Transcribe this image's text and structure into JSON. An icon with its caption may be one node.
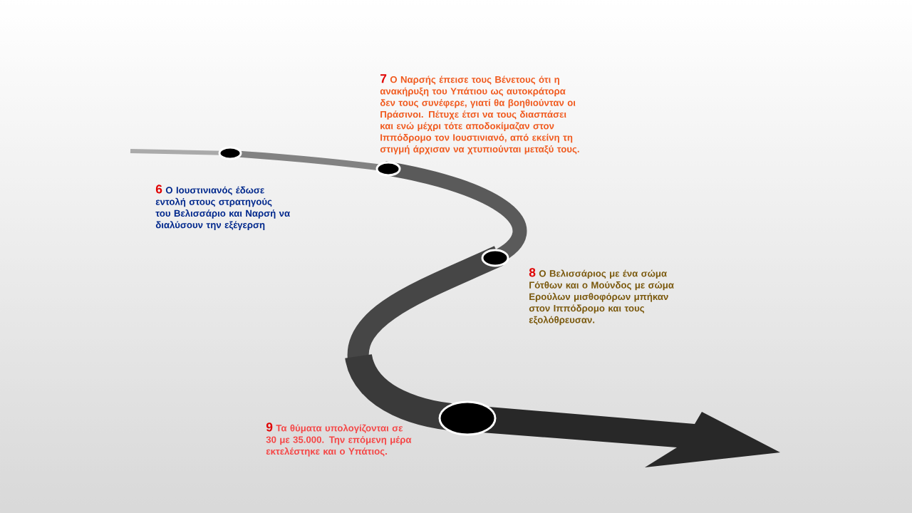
{
  "diagram": {
    "labels": [
      "7",
      "Ο Ναρσής έπεισε τους Βένετους ότι η ανακήρυξη του Υπάτιου ως αυτοκράτορα δεν τους συνέφερε, γιατί θα βοηθιούνταν οι Πράσινοι. Πέτυχε έτσι να τους διασπάσει και ενώ μέχρι τότε αποδοκίμαζαν στον Ιππόδρομο τον Ιουστινιανό, από εκείνη τη στιγμή άρχισαν να χτυπιούνται μεταξύ τους.",
      "6",
      "Ο Ιουστινιανός έδωσε εντολή στους στρατηγούς του Βελισσάριο και Ναρσή να διαλύσουν την εξέγερση",
      "8",
      "Ο Βελισσάριος με ένα σώμα Γότθων και ο Μούνδος με σώμα Ερούλων μισθοφόρων μπήκαν στον Ιππόδρομο και τους εξολόθρευσαν.",
      "9",
      "Τα θύματα υπολογίζονται σε 30 με 35.000. Την επόμενη μέρα εκτελέστηκε και ο Υπάτιος."
    ]
  }
}
